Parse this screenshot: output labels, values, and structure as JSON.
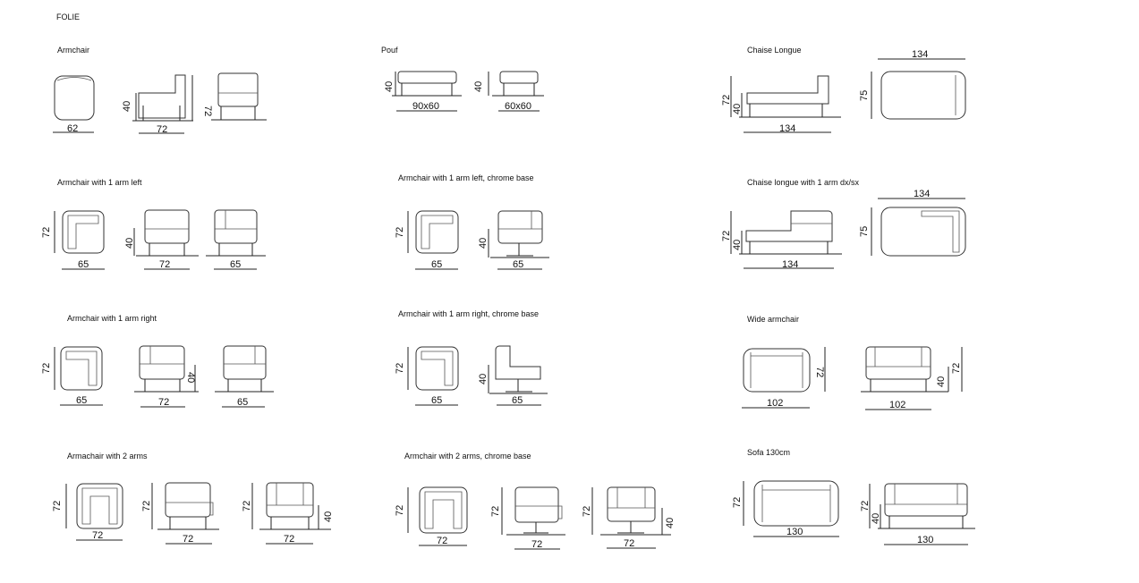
{
  "title": "FOLIE",
  "products": [
    {
      "name": "Armchair",
      "dims": [
        "62",
        "40",
        "72",
        "72"
      ]
    },
    {
      "name": "Pouf",
      "dims": [
        "40",
        "90x60",
        "40",
        "60x60"
      ]
    },
    {
      "name": "Chaise Longue",
      "dims": [
        "72",
        "40",
        "134",
        "134",
        "75"
      ]
    },
    {
      "name": "Armchair with 1 arm left",
      "dims": [
        "72",
        "65",
        "40",
        "72",
        "65"
      ]
    },
    {
      "name": "Armchair with 1 arm left, chrome base",
      "dims": [
        "72",
        "65",
        "40",
        "65"
      ]
    },
    {
      "name": "Chaise longue with 1 arm dx/sx",
      "dims": [
        "72",
        "40",
        "134",
        "134",
        "75"
      ]
    },
    {
      "name": "Armchair with 1 arm right",
      "dims": [
        "72",
        "65",
        "72",
        "40",
        "65"
      ]
    },
    {
      "name": "Armchair with 1 arm right, chrome base",
      "dims": [
        "72",
        "65",
        "40",
        "65"
      ]
    },
    {
      "name": "Wide armchair",
      "dims": [
        "102",
        "72",
        "102",
        "40",
        "72"
      ]
    },
    {
      "name": "Armachair with 2 arms",
      "dims": [
        "72",
        "72",
        "72",
        "72",
        "72",
        "72",
        "40"
      ]
    },
    {
      "name": "Armchair with 2 arms, chrome base",
      "dims": [
        "72",
        "72",
        "72",
        "72",
        "72",
        "72",
        "40"
      ]
    },
    {
      "name": "Sofa 130cm",
      "dims": [
        "72",
        "130",
        "72",
        "40",
        "130"
      ]
    }
  ]
}
